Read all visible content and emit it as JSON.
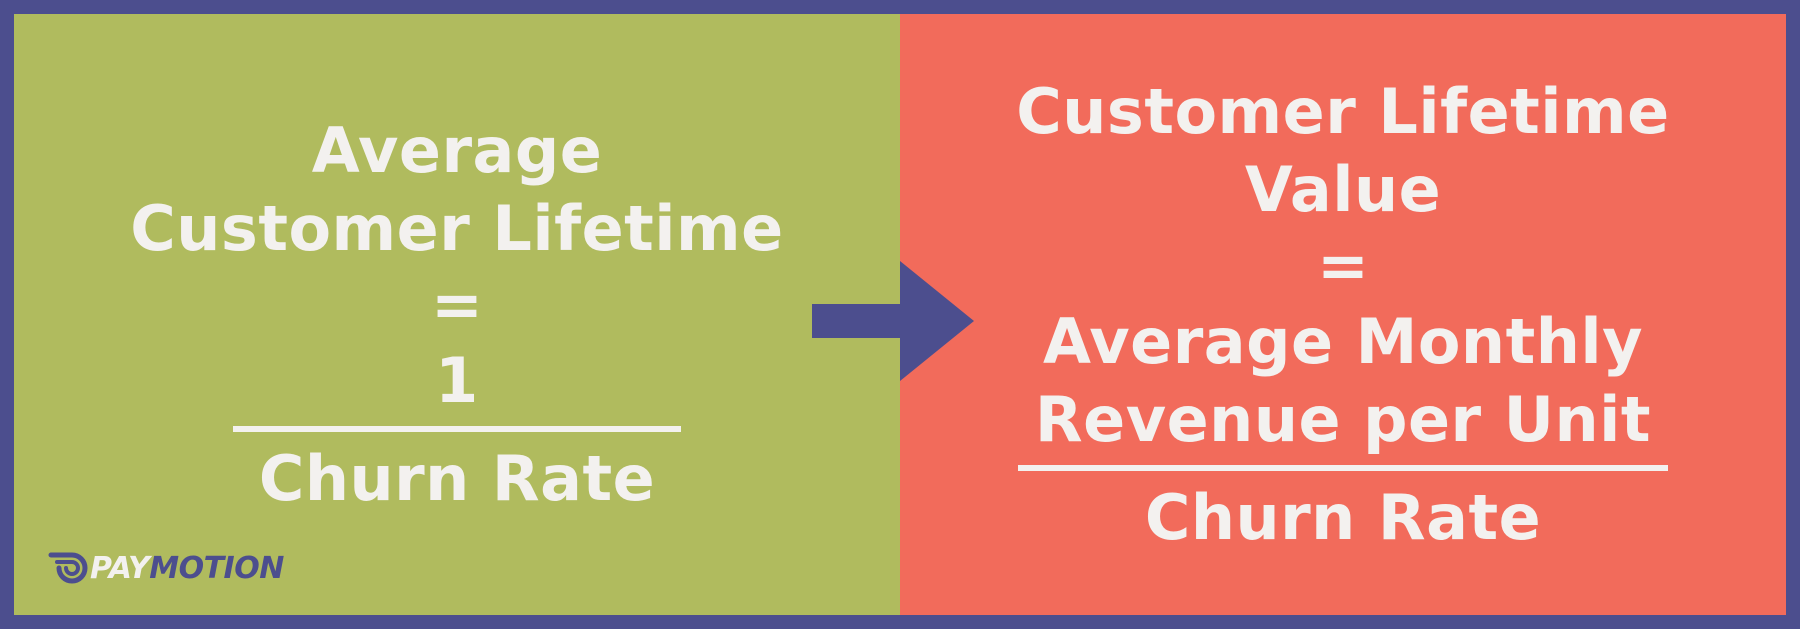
{
  "left_panel": {
    "lines": [
      "Average",
      "Customer Lifetime"
    ],
    "equals": "=",
    "numerator": "1",
    "denominator": "Churn Rate"
  },
  "right_panel": {
    "lines": [
      "Customer Lifetime",
      "Value"
    ],
    "equals": "=",
    "numerator_lines": [
      "Average Monthly",
      "Revenue per Unit"
    ],
    "denominator": "Churn Rate"
  },
  "logo": {
    "part1": "PAY",
    "part2": "MOTION",
    "icon": "paymotion-logo-icon"
  },
  "colors": {
    "border": "#4c4e8e",
    "left_bg": "#b0bb5e",
    "right_bg": "#f26b5b",
    "text": "#f3f1ef",
    "arrow": "#4c4e8e"
  }
}
